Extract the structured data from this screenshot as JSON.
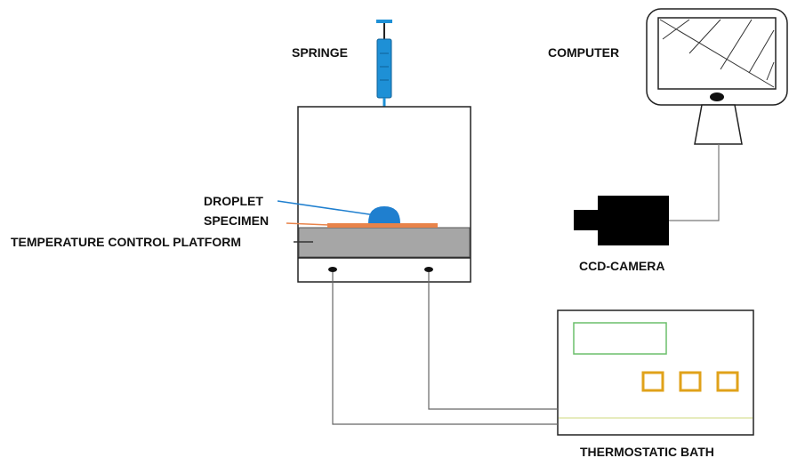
{
  "labels": {
    "syringe": "SPRINGE",
    "computer": "COMPUTER",
    "droplet": "DROPLET",
    "specimen": "SPECIMEN",
    "platform": "TEMPERATURE CONTROL PLATFORM",
    "camera": "CCD-CAMERA",
    "bath": "THERMOSTATIC BATH"
  },
  "colors": {
    "syringe": "#1e90d6",
    "droplet": "#1f7fcf",
    "specimen": "#e8834a",
    "platform": "#a6a6a6",
    "display_outline": "#6cbf6c",
    "bath_buttons": "#e0a21a",
    "bath_line": "#dfe6a8",
    "camera": "#000000"
  },
  "bath": {
    "button_count": 3
  },
  "icons": {
    "monitor": "monitor-icon",
    "camera": "camera-icon",
    "syringe": "syringe-icon"
  }
}
